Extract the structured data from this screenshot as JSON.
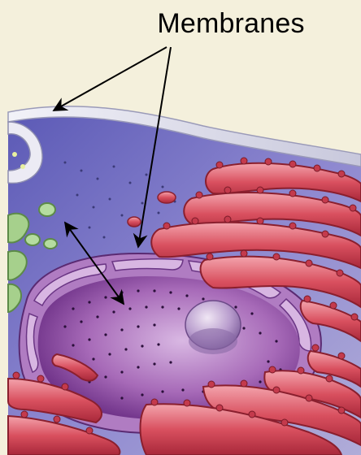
{
  "figure": {
    "label": "Membranes",
    "label_color": "#000000",
    "colors": {
      "background": "#f4f0dc",
      "cytoplasm": "#7a75c8",
      "cell_membrane": "#e8e8f0",
      "nucleus_envelope": "#a268b8",
      "nucleus_interior": "#8a4aa0",
      "nucleolus": "#b498c8",
      "er_red": "#d64b5b",
      "er_pink": "#f0a0aa",
      "golgi_green": "#9ccc7c",
      "arrow": "#000000"
    },
    "parts": [
      "cell-membrane",
      "nuclear-envelope",
      "nucleolus",
      "endoplasmic-reticulum",
      "golgi-vesicles"
    ]
  }
}
